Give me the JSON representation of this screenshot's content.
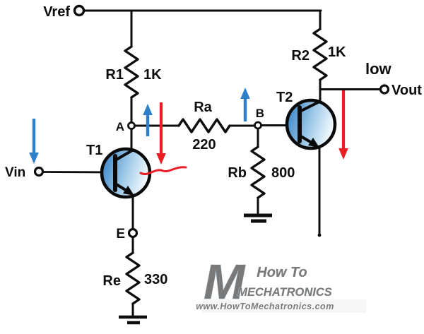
{
  "terminals": {
    "vref": "Vref",
    "vin": "Vin",
    "vout": "Vout",
    "e": "E"
  },
  "nodes": {
    "a": "A",
    "b": "B"
  },
  "transistors": {
    "t1": "T1",
    "t2": "T2"
  },
  "resistors": {
    "r1": {
      "name": "R1",
      "value": "1K"
    },
    "r2": {
      "name": "R2",
      "value": "1K"
    },
    "ra": {
      "name": "Ra",
      "value": "220"
    },
    "rb": {
      "name": "Rb",
      "value": "800"
    },
    "re": {
      "name": "Re",
      "value": "330"
    }
  },
  "annotations": {
    "output_state": "low"
  },
  "colors": {
    "wire": "#0d0d0d",
    "arrow_blue": "#2e7ec9",
    "arrow_red": "#ec1c24",
    "low_text": "#e8191f",
    "transistor_fill_left": "#3180c6",
    "transistor_fill_right": "#f2f9fd"
  },
  "watermark": {
    "monogram": "M",
    "brand_top": "How To",
    "brand_bottom": "MECHATRONICS",
    "url": "www.HowToMechatronics.com"
  }
}
